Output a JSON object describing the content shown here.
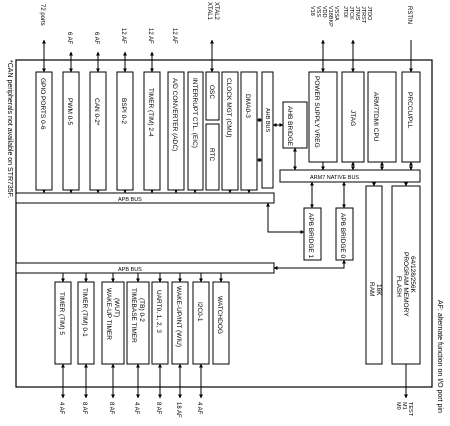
{
  "notes": {
    "left": "*CAN peripherals not available on STR735F.",
    "right": "AF: alternate function on I/O port pin"
  },
  "pin_labels": {
    "p72": "72 ports",
    "gpio": "6 AF",
    "pwm": "6 AF",
    "can": "12 AF",
    "bspi": "12 AF",
    "timer24": "12 AF",
    "xtal1": "XTAL1",
    "xtal2": "XTAL2",
    "v18": "V18",
    "vss": "VSS",
    "vdd": "VDD",
    "v18bkp": "V18BKP",
    "vssa": "VSSA",
    "jtdi": "JTDI",
    "jtck": "JTCK",
    "jtms": "JTMS",
    "jtrst": "JTRST",
    "jtdo": "JTDO",
    "rstin": "RSTIN",
    "t5": "4 AF",
    "t01": "8 AF",
    "wut": "8 AF",
    "tb": "4 AF",
    "uart": "8 AF",
    "wiu": "18 AF",
    "i2c": "4 AF",
    "m0": "M0",
    "m1": "M1",
    "test": "TEST"
  },
  "blocks": {
    "gpio": "GPIO PORTS 0-6",
    "pwm": "PWM 0-5",
    "can": "CAN 0-2*",
    "bspi": "BSPI 0-2",
    "timer24": "TIMER (TIM) 2-4",
    "adc": "A/D CONVERTER (ADC)",
    "eic": "INTERRUPT CTL. (EIC)",
    "osc": "OSC",
    "rtc": "RTC",
    "cmu": "CLOCK MGT (CMU)",
    "dma": "DMA0-3",
    "ahb_bus": "AHB BUS",
    "ahb_bridge": "AHB BRIDGE",
    "power": "POWER SUPPLY VREG",
    "jtag": "JTAG",
    "cpu": "ARM7TDMI CPU",
    "prccu": "PRCCU/PLL",
    "arm7_bus": "ARM7 NATIVE BUS",
    "apb_bus_top": "APB BUS",
    "apb_bridge1": "APB BRIDGE 1",
    "apb_bridge0": "APB BRIDGE 0",
    "ram_name": "RAM",
    "ram_size": "16K",
    "flash_1": "FLASH",
    "flash_2": "PROGRAM MEMORY",
    "flash_3": "64/128/256K",
    "apb_bus_bottom": "APB BUS",
    "timer5": "TIMER (TIM) 5",
    "timer01": "TIMER (TIM) 0-1",
    "wut_1": "WAKE-UP TIMER",
    "wut_2": "(WUT)",
    "tb_1": "TIMEBASE TIMER",
    "tb_2": "(TB) 0-2",
    "uart": "UART0, 1, 2, 3",
    "wiu": "WAKE-UP/INT (WIU)",
    "i2c": "I2C0-1",
    "watchdog": "WATCHDOG"
  }
}
